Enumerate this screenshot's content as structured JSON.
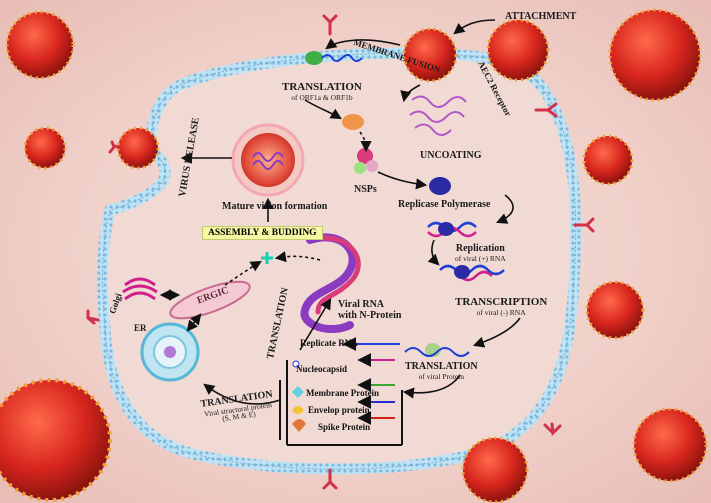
{
  "labels": {
    "attachment": "ATTACHMENT",
    "membrane_fusion": "MEMBRANE FUSION",
    "receptor": "AEC2 Receptor",
    "translation_orf": "TRANSLATION",
    "translation_orf_sub": "of ORF1a & ORF1b",
    "uncoating": "UNCOATING",
    "nsps": "NSPs",
    "replicase": "Replicase Polymerase",
    "replication": "Replication",
    "replication_sub": "of viral (+) RNA",
    "transcription": "TRANSCRIPTION",
    "transcription_sub": "of viral (-) RNA",
    "translation_protein": "TRANSLATION",
    "translation_protein_sub": "of viral Protein",
    "viral_rna": "Viral RNA",
    "viral_rna_sub": "with N-Protein",
    "translation_vertical": "TRANSLATION",
    "assembly": "ASSEMBLY & BUDDING",
    "mature_virion": "Mature virion formation",
    "virus_release": "VIRUS RELEASE",
    "ergic": "ERGIC",
    "golgi": "Golgi",
    "er": "ER",
    "translation_structural": "TRANSLATION",
    "translation_structural_sub1": "Viral structural protein",
    "translation_structural_sub2": "(S, M & E)"
  },
  "legend": [
    {
      "label": "Replicate RNA",
      "color": "#1f3fd6"
    },
    {
      "label": "Nucleocapsid",
      "color": "#d21e8c"
    },
    {
      "label": "Membrane Protein",
      "color": "#3aa636"
    },
    {
      "label": "Envelop protein",
      "color": "#2a2ad0"
    },
    {
      "label": "Spike Protein",
      "color": "#d31f1f"
    }
  ],
  "colors": {
    "membrane": "#9fd2ee",
    "cell_fill": "#f1dad4",
    "virus": "#d8261e",
    "spike": "#f0a23a",
    "arrow": "#111111"
  }
}
